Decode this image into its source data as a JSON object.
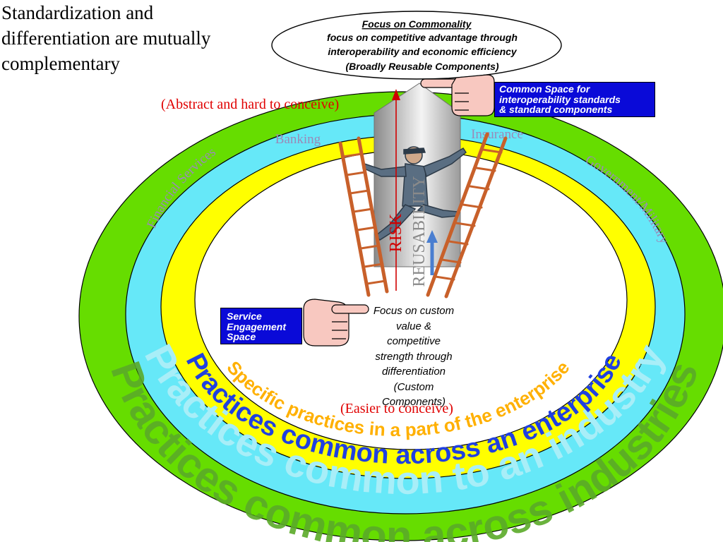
{
  "heading": {
    "lines": [
      "Standardization and",
      "differentiation are mutually",
      "complementary"
    ]
  },
  "commonality": {
    "title": "Focus on Commonality",
    "line1": "focus on competitive advantage through",
    "line2": "interoperability and economic efficiency",
    "line3": "(Broadly Reusable Components)"
  },
  "abstract_note": "(Abstract and hard to conceive)",
  "easier_note": "(Easier to conceive)",
  "common_space": {
    "lines": [
      "Common Space for",
      "interoperability standards",
      "& standard components"
    ]
  },
  "service_space": {
    "lines": [
      "Service",
      "Engagement",
      "Space"
    ]
  },
  "custom_focus": {
    "lines": [
      "Focus on custom",
      "value &",
      "competitive",
      "strength through",
      "differentiation",
      "(Custom",
      "Components)"
    ]
  },
  "domains": {
    "banking": "Banking",
    "insurance": "Insurance",
    "financial": "Financial Services",
    "government": "Government/Military"
  },
  "axes": {
    "risk": "RISK",
    "reusability": "REUSABILITY"
  },
  "rings": {
    "industries": "Practices common across industries",
    "industry": "Practices common to an industry",
    "enterprise": "Practices common across an enterprise",
    "specific": "Specific practices in a part of the enterprise"
  },
  "colors": {
    "outer_ring": "#66dd00",
    "cyan_ring": "#66e8f8",
    "yellow_ring": "#ffff00",
    "industries_text": "#5aaa28",
    "industry_text": "#a8eef8",
    "enterprise_text": "#2040e0",
    "specific_text": "#ffb000",
    "domain_text": "#9a8ab8",
    "note_red": "#e00000",
    "box_blue": "#0a0ad8",
    "ladder": "#c8602a"
  }
}
